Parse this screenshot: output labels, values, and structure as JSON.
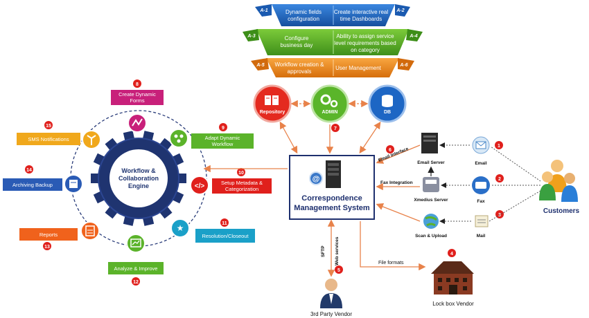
{
  "modules": {
    "a1": {
      "code": "A-1",
      "label_line1": "Dynamic fields",
      "label_line2": "configuration"
    },
    "a2": {
      "code": "A-2",
      "label_line1": "Create interactive real",
      "label_line2": "time Dashboards"
    },
    "a3": {
      "code": "A-3",
      "label_line1": "Configure",
      "label_line2": "business day"
    },
    "a4": {
      "code": "A-4",
      "label_line1": "Ability to assign service",
      "label_line2": "level requirements based",
      "label_line3": "on category"
    },
    "a5": {
      "code": "A-5",
      "label_line1": "Workflow creation &",
      "label_line2": "approvals"
    },
    "a6": {
      "code": "A-6",
      "label_line1": "User Management"
    }
  },
  "top_nodes": {
    "repository": "Repository",
    "admin": "ADMIN",
    "db": "DB",
    "admin_badge": "7"
  },
  "center": {
    "title_line1": "Correspondence",
    "title_line2": "Management System"
  },
  "engine": {
    "line1": "Workflow &",
    "line2": "Collaboration",
    "line3": "Engine"
  },
  "features": [
    {
      "num": "8",
      "line1": "Create Dynamic",
      "line2": "Forms"
    },
    {
      "num": "9",
      "line1": "Adapt Dynamic",
      "line2": "Workflow"
    },
    {
      "num": "10",
      "line1": "Setup Metadata &",
      "line2": "Categorization"
    },
    {
      "num": "11",
      "line1": "Resolution/Closeout",
      "line2": ""
    },
    {
      "num": "12",
      "line1": "Analyze & Improve",
      "line2": ""
    },
    {
      "num": "13",
      "line1": "Reports",
      "line2": ""
    },
    {
      "num": "14",
      "line1": "Archiving Backup",
      "line2": ""
    },
    {
      "num": "15",
      "line1": "SMS Notifications",
      "line2": ""
    }
  ],
  "inputs": {
    "email_interface": "Email Interface",
    "email_interface_num": "6",
    "email_server": "Email Server",
    "fax_integration": "Fax Integration",
    "xmedius_server": "Xmedius Server",
    "scan_upload": "Scan & Upload",
    "email": "Email",
    "fax": "Fax",
    "mail": "Mail",
    "email_num": "1",
    "fax_num": "2",
    "mail_num": "3",
    "customers": "Customers"
  },
  "vendors": {
    "sftp": "SFTP",
    "web_services": "Web services",
    "third_party_num": "5",
    "third_party": "3rd Party Vendor",
    "file_formats": "File formats",
    "lockbox_num": "4",
    "lockbox": "Lock box Vendor"
  },
  "colors": {
    "blue": "#1d66c4",
    "green": "#5bb32a",
    "orange": "#f08a1c",
    "red": "#e0201c",
    "navy": "#1d2f6e",
    "gear": "#1f3470",
    "magenta": "#c8207a",
    "teal": "#1aa0c8",
    "connector": "#f0a070"
  }
}
